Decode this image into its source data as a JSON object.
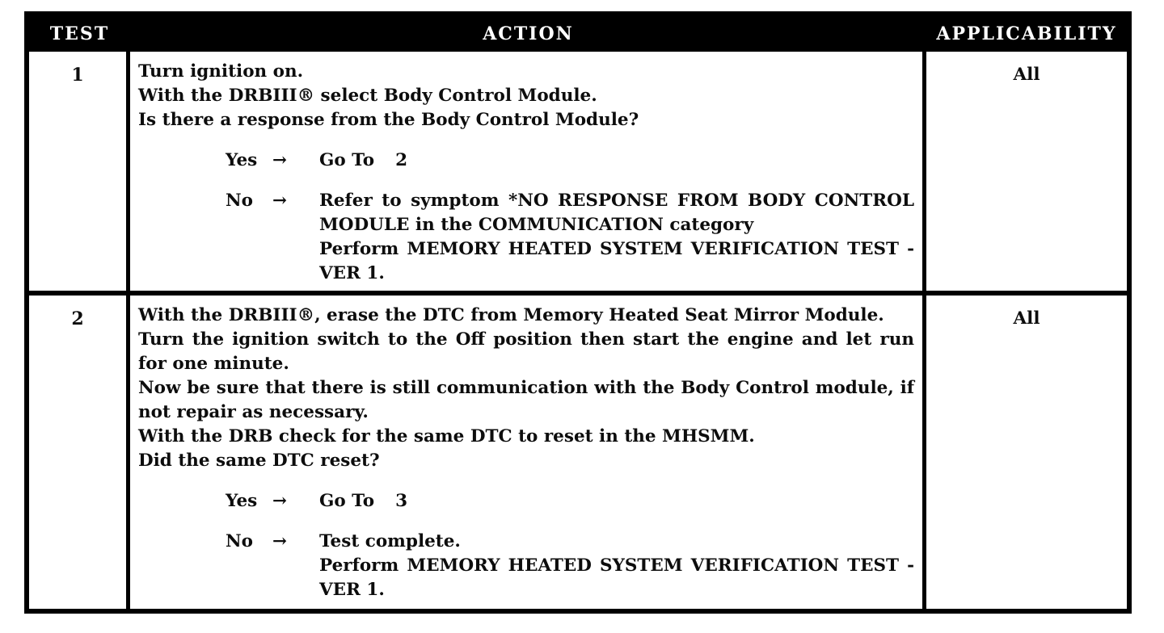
{
  "page": {
    "background": "#ffffff",
    "ink": "#0d0d0d"
  },
  "table": {
    "header_bg": "#000000",
    "header_fg": "#ffffff",
    "headers": {
      "test": "TEST",
      "action": "ACTION",
      "applicability": "APPLICABILITY"
    },
    "rows": [
      {
        "test": "1",
        "applicability": "All",
        "action": [
          "Turn ignition on.",
          "With the DRBIII® select Body Control Module.",
          "Is there a response from the Body Control Module?"
        ],
        "decisions": [
          {
            "answer": "Yes",
            "arrow": "→",
            "goto_label": "Go To",
            "goto_target": "2"
          },
          {
            "answer": "No",
            "arrow": "→",
            "result_lines": [
              "Refer to symptom *NO RESPONSE FROM BODY CONTROL MODULE in the COMMUNICATION category",
              "Perform MEMORY HEATED SYSTEM VERIFICATION TEST - VER 1."
            ]
          }
        ]
      },
      {
        "test": "2",
        "applicability": "All",
        "action": [
          "With the DRBIII®, erase the DTC from Memory Heated Seat Mirror Module.",
          "Turn the ignition switch to the Off position then start the engine and let run for one minute.",
          "Now be sure that there is still communication with the Body Control module, if not repair as necessary.",
          "With the DRB check for the same DTC to reset in the MHSMM.",
          "Did the same DTC reset?"
        ],
        "decisions": [
          {
            "answer": "Yes",
            "arrow": "→",
            "goto_label": "Go To",
            "goto_target": "3"
          },
          {
            "answer": "No",
            "arrow": "→",
            "result_lines": [
              "Test complete.",
              "Perform MEMORY HEATED SYSTEM VERIFICATION TEST - VER 1."
            ]
          }
        ]
      }
    ]
  }
}
